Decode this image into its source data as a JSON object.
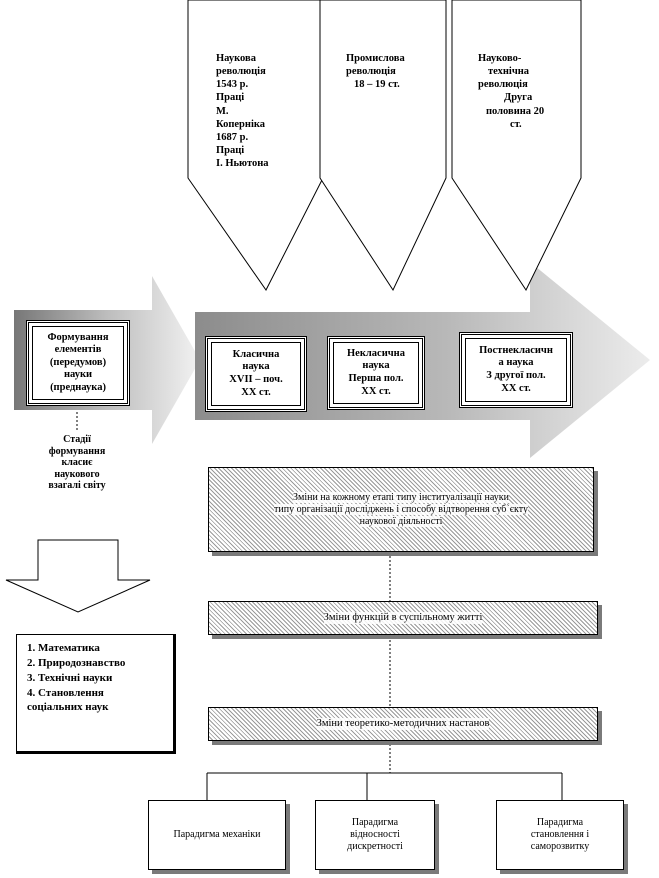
{
  "revolutions": [
    {
      "lines": [
        "Наукова",
        "революція",
        "1543  р.",
        "Праці",
        "М.",
        "Коперніка",
        "1687  р.",
        "Праці",
        "І. Ньютона"
      ]
    },
    {
      "lines": [
        "Промислова",
        "революція",
        "18 – 19 ст."
      ]
    },
    {
      "lines": [
        "Науково-",
        "технічна",
        "революція",
        "Друга",
        "половина 20",
        "ст."
      ]
    }
  ],
  "stages": [
    {
      "lines": [
        "Формування",
        "елементів",
        "(передумов)",
        "науки",
        "(преднаука)"
      ]
    },
    {
      "lines": [
        "Класична",
        "наука",
        "XVII – поч.",
        "XX ст."
      ]
    },
    {
      "lines": [
        "Некласична",
        "наука",
        "Перша пол.",
        "XX ст."
      ]
    },
    {
      "lines": [
        "Постнекласичн",
        "а наука",
        "З другої пол.",
        "XX ст."
      ]
    }
  ],
  "stages_caption": {
    "lines": [
      "Стадії",
      "формування",
      "класиє",
      "наукового",
      "взагалі світу"
    ]
  },
  "sciences": [
    "1.   Математика",
    "2.   Природознавство",
    "3.   Технічні  науки",
    "4.   Становлення",
    "соціальних  наук"
  ],
  "changes": [
    {
      "lines": [
        "Зміни на кожному етапі типу інституалізації  науки",
        "типу  організації  досліджень  і способу відтворення  суб`єкту",
        "наукової діяльності"
      ]
    },
    {
      "lines": [
        "Зміни функцій в суспільному житті"
      ]
    },
    {
      "lines": [
        "Зміни теоретико-методичних  настанов"
      ]
    }
  ],
  "paradigms": [
    {
      "lines": [
        "Парадигма механіки"
      ]
    },
    {
      "lines": [
        "Парадигма",
        "відносності",
        "дискретності"
      ]
    },
    {
      "lines": [
        "Парадигма",
        "становлення і",
        "саморозвитку"
      ]
    }
  ]
}
